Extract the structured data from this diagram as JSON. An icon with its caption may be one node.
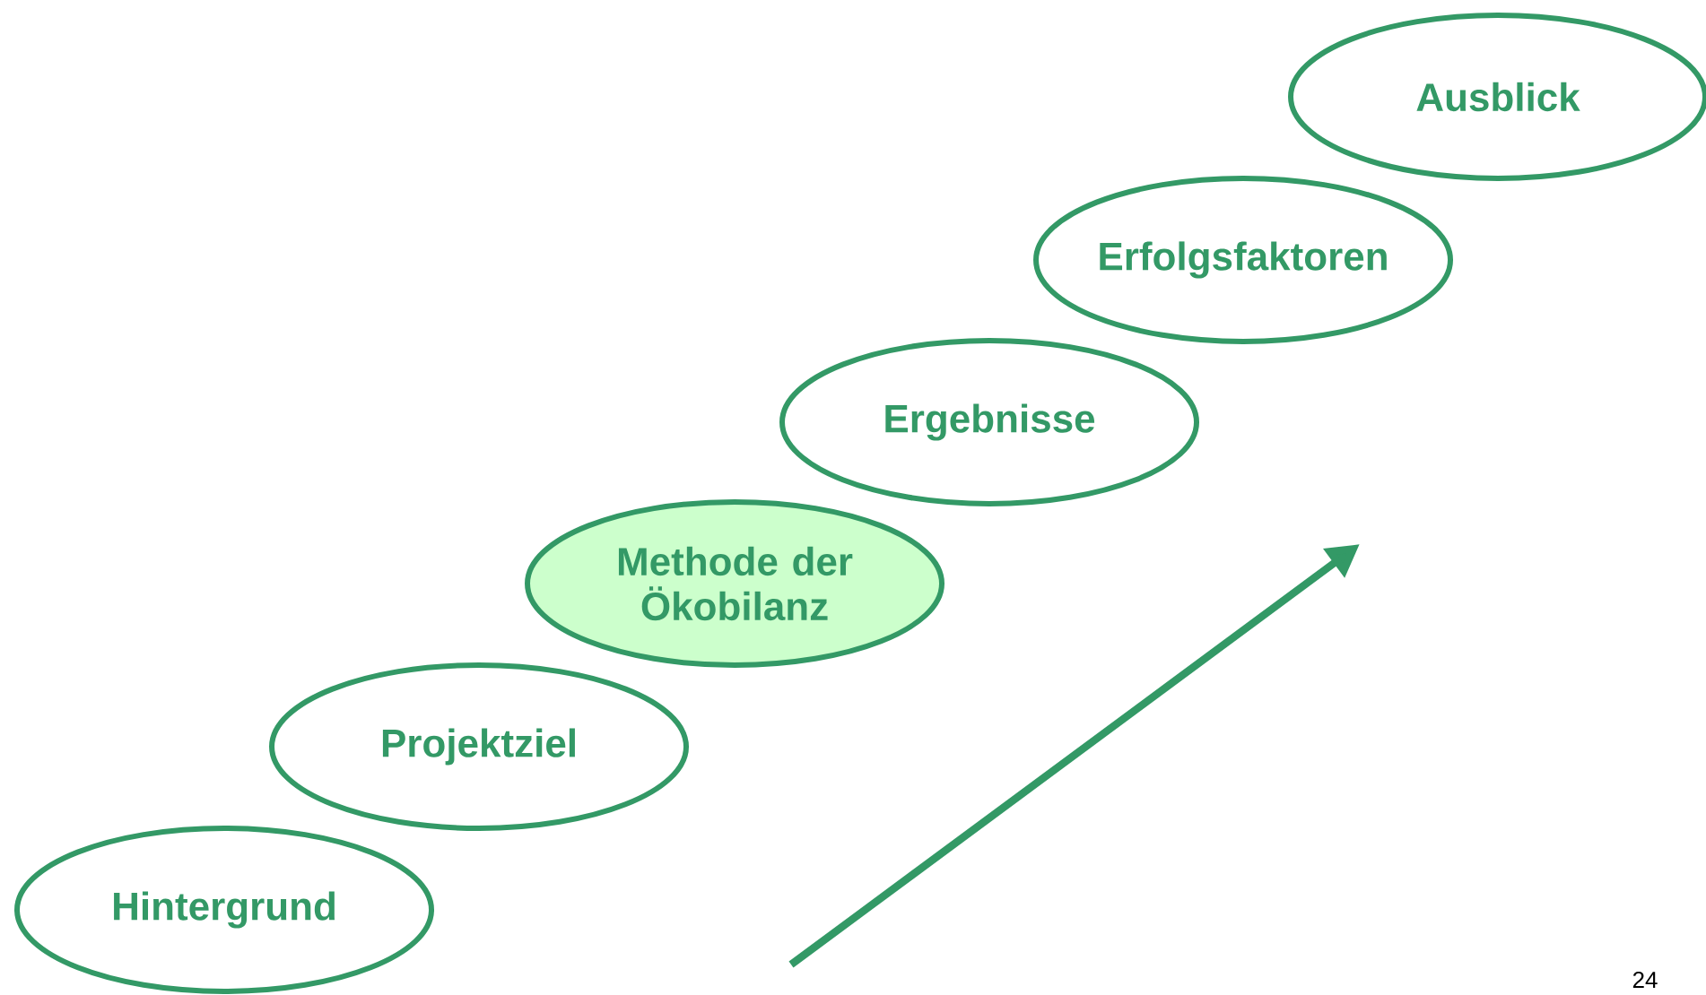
{
  "diagram": {
    "nodes": [
      {
        "text": [
          "Hintergrund"
        ]
      },
      {
        "text": [
          "Projektziel"
        ]
      },
      {
        "text": [
          "Methode der Ökobilanz"
        ]
      },
      {
        "text": [
          "Ergebnisse"
        ]
      },
      {
        "text": [
          "Erfolgsfaktoren"
        ]
      },
      {
        "text": [
          "Ausblick"
        ]
      }
    ],
    "labels": [
      "24"
    ]
  }
}
